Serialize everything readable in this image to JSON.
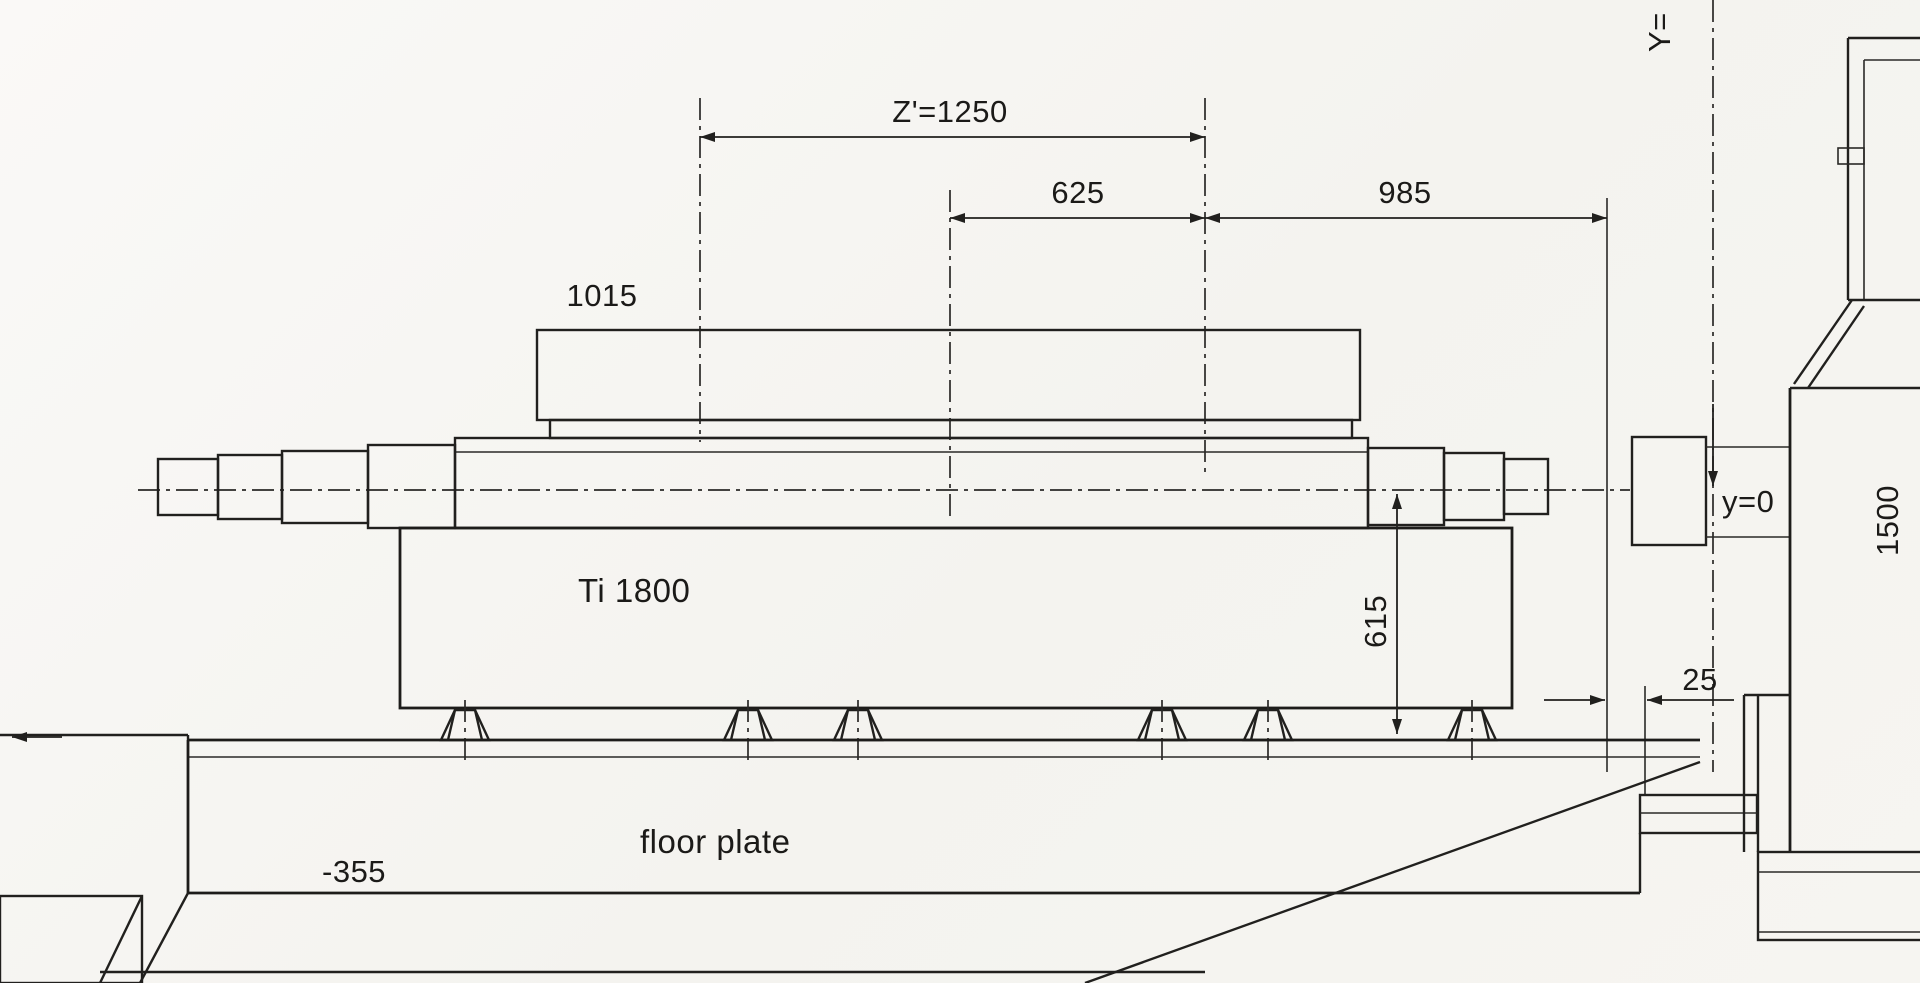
{
  "drawing": {
    "colors": {
      "background": "#f7f6f3",
      "line": "#21201e"
    },
    "labels": {
      "dim_z": "Z'=1250",
      "dim_625": "625",
      "dim_985": "985",
      "dim_1015": "1015",
      "dim_615": "615",
      "dim_25": "25",
      "dim_1500": "1500",
      "machine": "Ti 1800",
      "floor_plate": "floor plate",
      "elevation": "-355",
      "y_zero": "y=0",
      "y_axis_top": "Y="
    }
  }
}
